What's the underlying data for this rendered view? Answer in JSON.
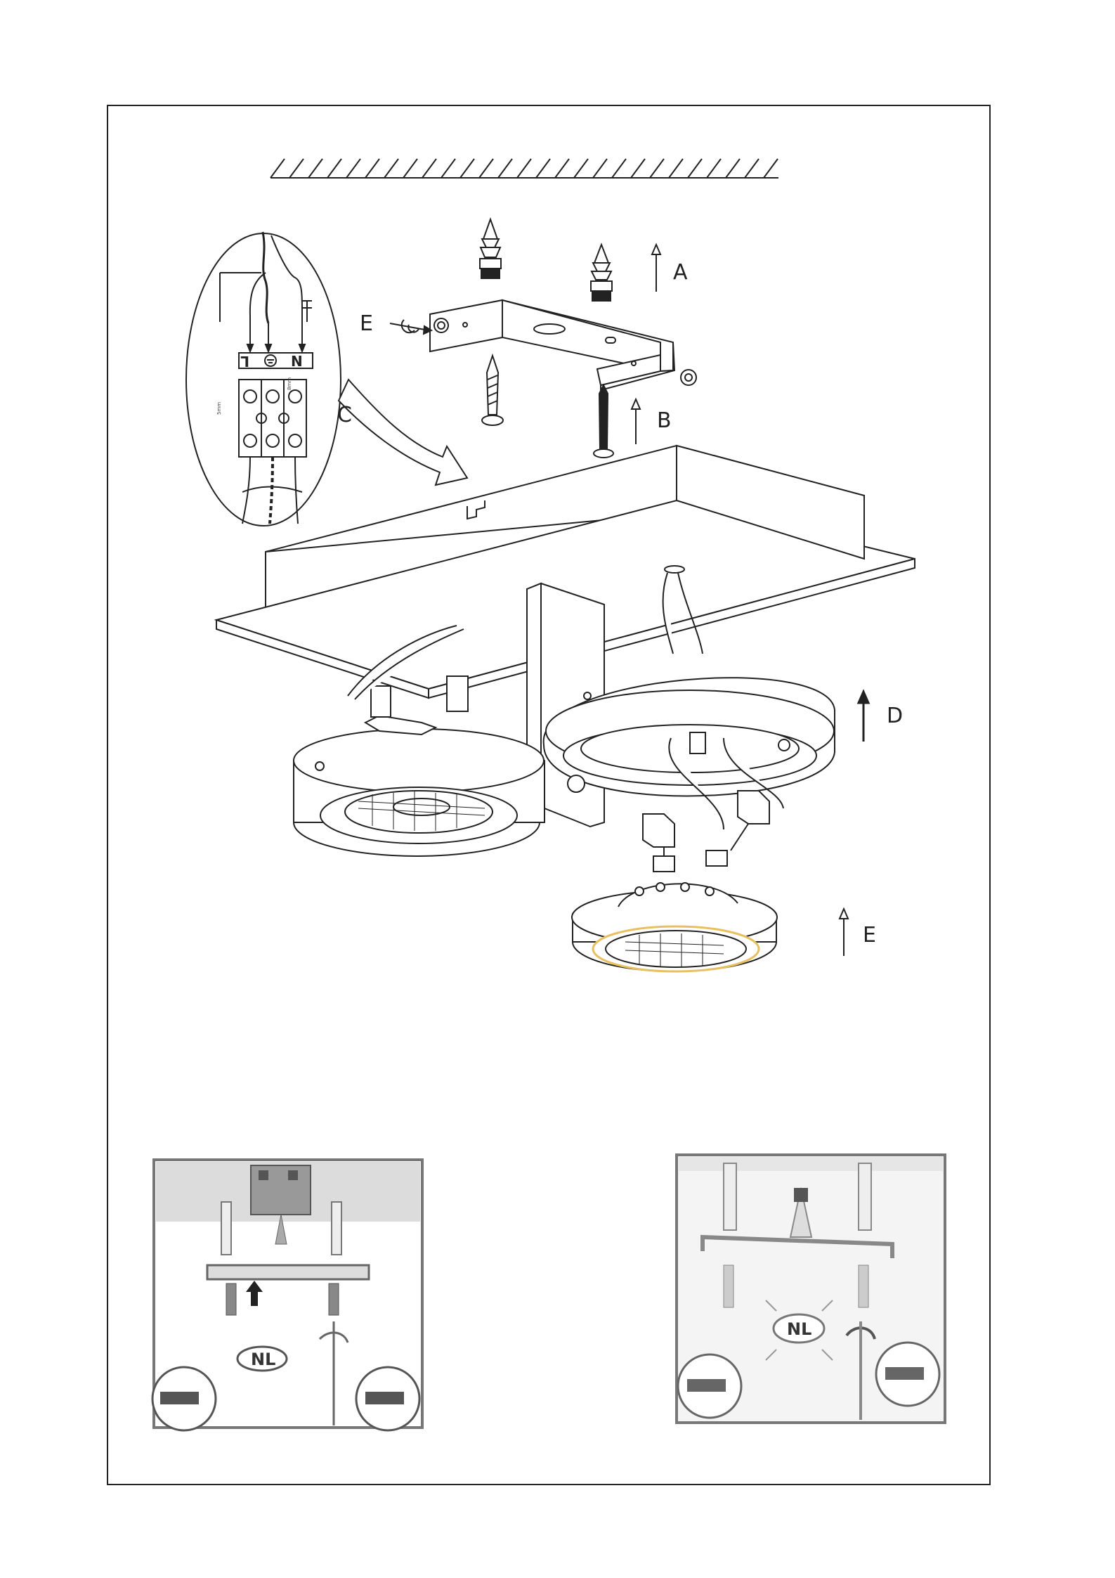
{
  "labels": {
    "a": "A",
    "b": "B",
    "c": "C",
    "d": "D",
    "e_left": "E",
    "e_right": "E"
  },
  "terminal_labels": {
    "live": "L",
    "neutral": "N"
  },
  "strip_lengths": {
    "left": "5mm",
    "right": "8mm"
  },
  "inset_badges": {
    "left": "NL",
    "right": "NL"
  },
  "colors": {
    "line": "#222222",
    "highlight_ring": "#e8c060",
    "inset_bg": "#e6e6e6"
  }
}
